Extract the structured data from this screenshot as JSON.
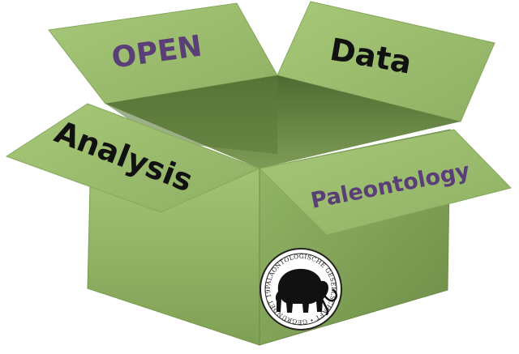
{
  "labels": {
    "open": "OPEN",
    "data": "Data",
    "analysis": "Analysis",
    "paleontology": "Paleontology"
  },
  "seal": {
    "text": "PALÄONTOLOGISCHE GESELLSCHAFT • GEGRÜNDET 1912 IN GREIFSWALD •",
    "animal": "mammoth-icon"
  },
  "colors": {
    "box_green": "#9bbd6c",
    "box_green_dark": "#6f8f48",
    "purple_text": "#5a3e78",
    "black_text": "#111111"
  }
}
